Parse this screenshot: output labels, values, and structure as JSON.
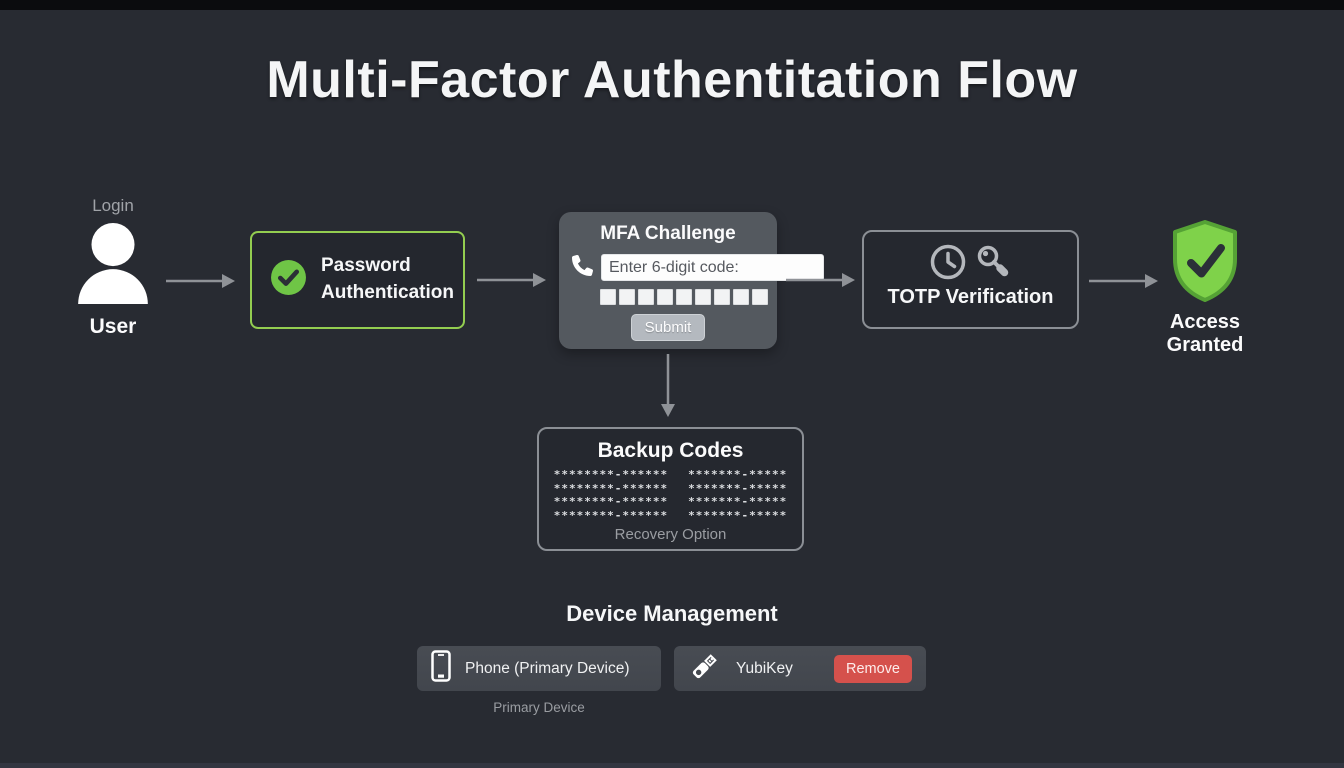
{
  "title": "Multi-Factor Authentitation Flow",
  "colors": {
    "background": "#282b32",
    "accent_green": "#6fc546",
    "green_box_border": "#93cd50",
    "shield_green": "#7fd24a",
    "remove_red": "#d5514c",
    "gray_box_border": "#8b8f95",
    "mfa_box_bg": "#54595f",
    "arrow_gray": "#8f9297"
  },
  "user_node": {
    "top_label": "Login",
    "bottom_label": "User",
    "icon": "user-silhouette-icon"
  },
  "password_node": {
    "label": "Password Authentication",
    "icon": "check-circle-icon"
  },
  "mfa_node": {
    "title": "MFA Challenge",
    "icon": "phone-handset-icon",
    "input_placeholder": "Enter 6-digit code:",
    "digit_boxes": 9,
    "submit_label": "Submit"
  },
  "totp_node": {
    "label": "TOTP Verification",
    "icons": [
      "clock-icon",
      "key-icon"
    ]
  },
  "access_node": {
    "label": "Access Granted",
    "icon": "shield-check-icon"
  },
  "backup_node": {
    "title": "Backup Codes",
    "codes": [
      "********-******",
      "*******-*****",
      "********-******",
      "*******-*****",
      "********-******",
      "*******-*****",
      "********-******",
      "*******-*****"
    ],
    "footer": "Recovery Option"
  },
  "device_management": {
    "heading": "Device Management",
    "devices": [
      {
        "name": "Phone (Primary Device)",
        "icon": "smartphone-icon",
        "caption": "Primary Device"
      },
      {
        "name": "YubiKey",
        "icon": "usb-key-icon",
        "action_label": "Remove"
      }
    ]
  }
}
